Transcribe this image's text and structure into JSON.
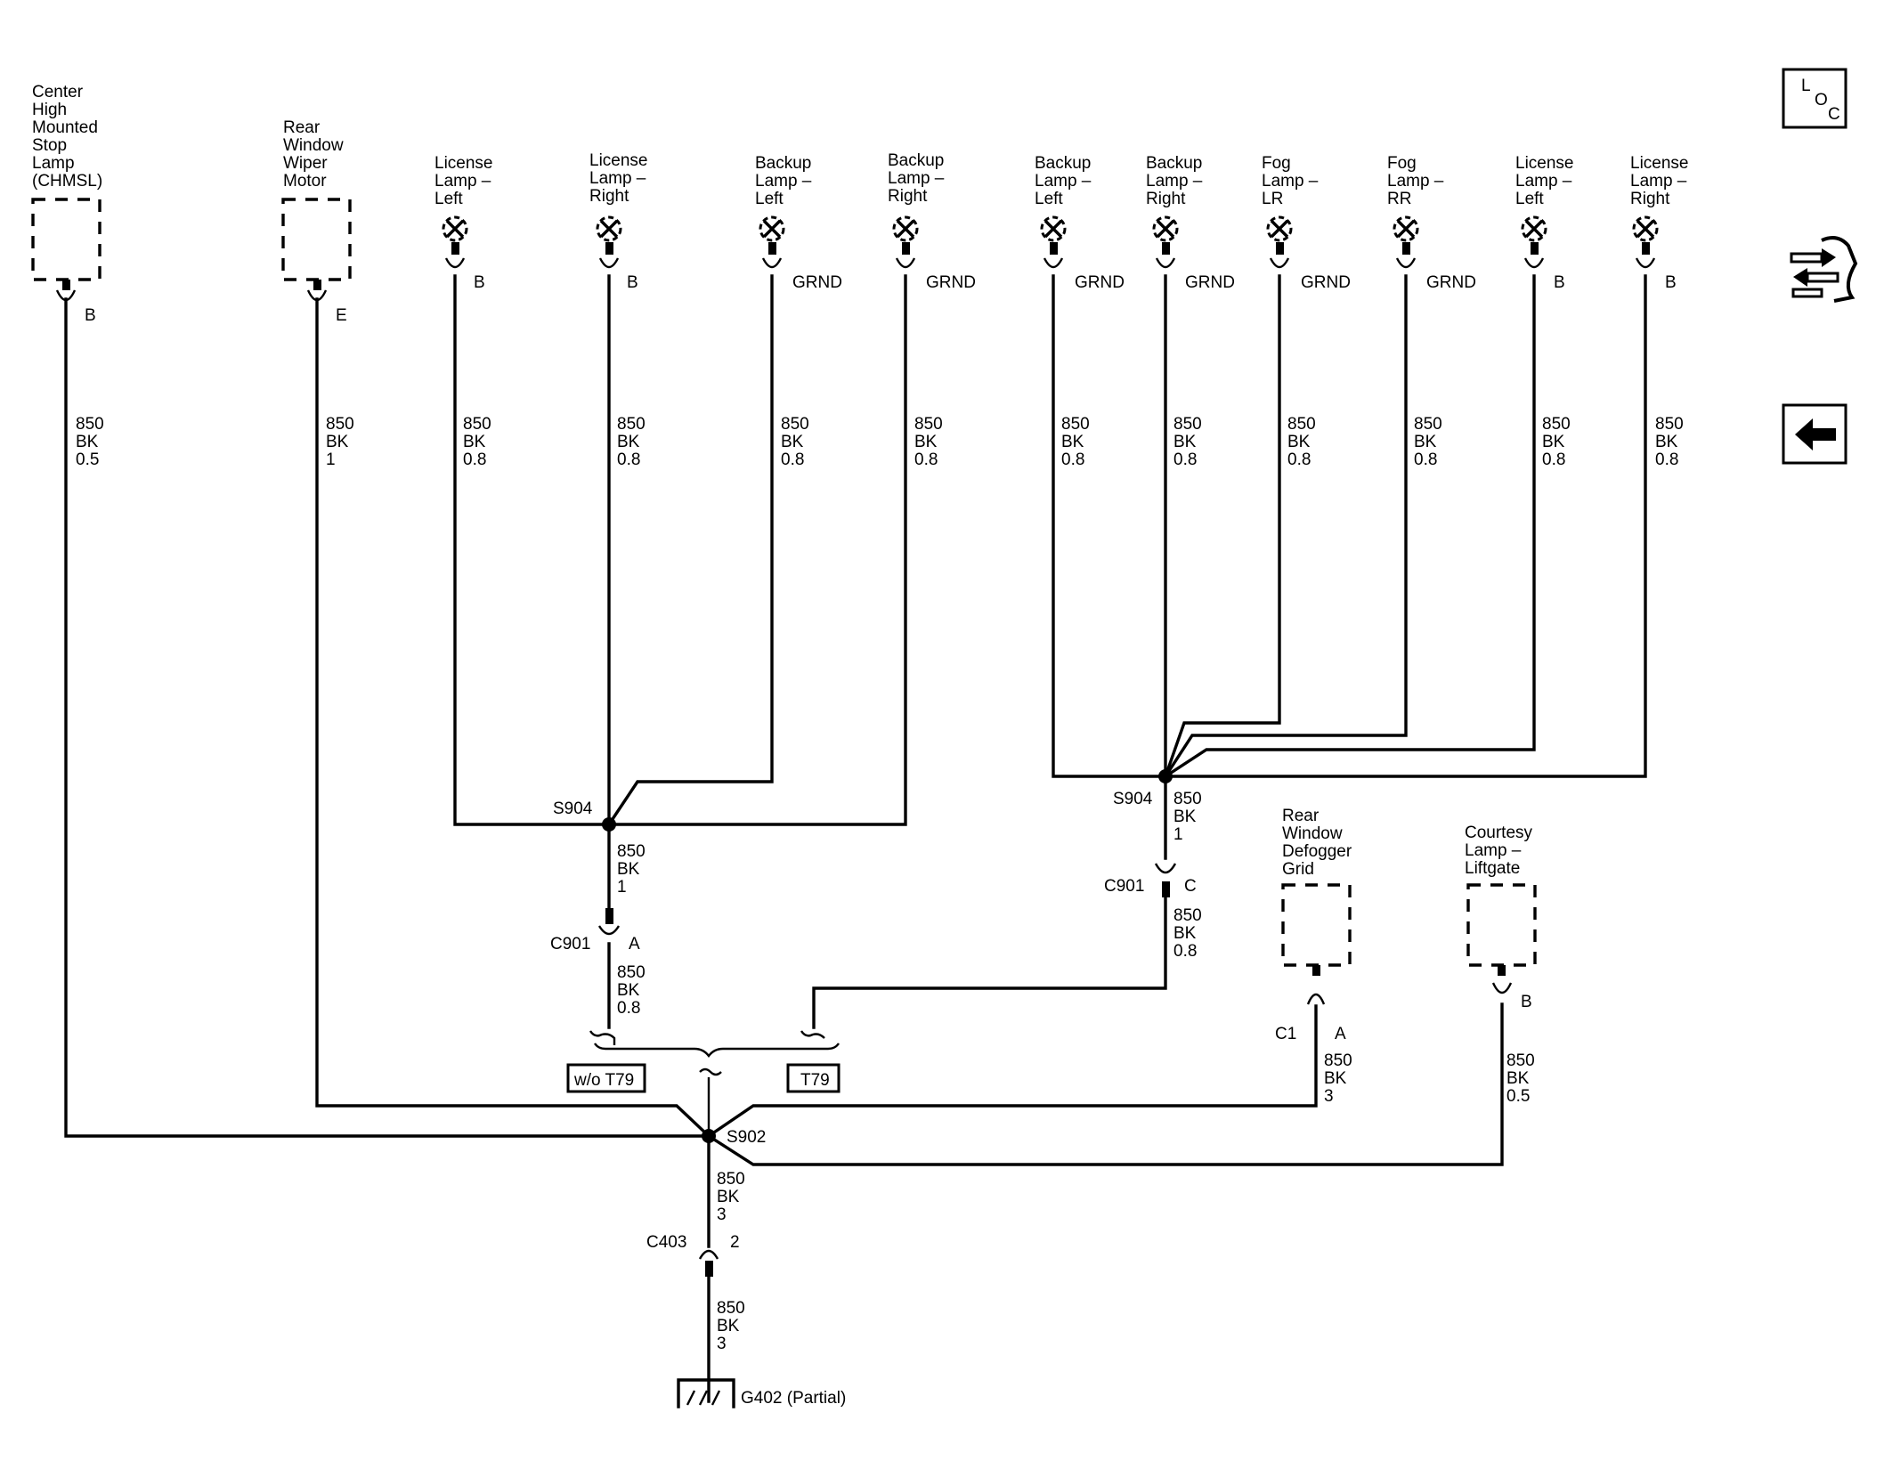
{
  "components": {
    "chmsl": [
      "Center",
      "High",
      "Mounted",
      "Stop",
      "Lamp",
      "(CHMSL)"
    ],
    "rear_wiper": [
      "Rear",
      "Window",
      "Wiper",
      "Motor"
    ],
    "license_left_1": [
      "License",
      "Lamp –",
      "Left"
    ],
    "license_right_1": [
      "License",
      "Lamp –",
      "Right"
    ],
    "backup_left_1": [
      "Backup",
      "Lamp –",
      "Left"
    ],
    "backup_right_1": [
      "Backup",
      "Lamp –",
      "Right"
    ],
    "backup_left_2": [
      "Backup",
      "Lamp –",
      "Left"
    ],
    "backup_right_2": [
      "Backup",
      "Lamp –",
      "Right"
    ],
    "fog_lr": [
      "Fog",
      "Lamp –",
      "LR"
    ],
    "fog_rr": [
      "Fog",
      "Lamp –",
      "RR"
    ],
    "license_left_2": [
      "License",
      "Lamp –",
      "Left"
    ],
    "license_right_2": [
      "License",
      "Lamp –",
      "Right"
    ],
    "defogger": [
      "Rear",
      "Window",
      "Defogger",
      "Grid"
    ],
    "courtesy": [
      "Courtesy",
      "Lamp –",
      "Liftgate"
    ]
  },
  "pins": {
    "chmsl": "B",
    "rear_wiper": "E",
    "license_left_1": "B",
    "license_right_1": "B",
    "backup_left_1": "GRND",
    "backup_right_1": "GRND",
    "backup_left_2": "GRND",
    "backup_right_2": "GRND",
    "fog_lr": "GRND",
    "fog_rr": "GRND",
    "license_left_2": "B",
    "license_right_2": "B",
    "defogger": "A",
    "courtesy": "B",
    "c901_a": "A",
    "c901_c": "C",
    "c403": "2"
  },
  "wires": {
    "chmsl": [
      "850",
      "BK",
      "0.5"
    ],
    "rear_wiper": [
      "850",
      "BK",
      "1"
    ],
    "license_left_1": [
      "850",
      "BK",
      "0.8"
    ],
    "license_right_1": [
      "850",
      "BK",
      "0.8"
    ],
    "backup_left_1": [
      "850",
      "BK",
      "0.8"
    ],
    "backup_right_1": [
      "850",
      "BK",
      "0.8"
    ],
    "backup_left_2": [
      "850",
      "BK",
      "0.8"
    ],
    "backup_right_2": [
      "850",
      "BK",
      "0.8"
    ],
    "fog_lr": [
      "850",
      "BK",
      "0.8"
    ],
    "fog_rr": [
      "850",
      "BK",
      "0.8"
    ],
    "license_left_2": [
      "850",
      "BK",
      "0.8"
    ],
    "license_right_2": [
      "850",
      "BK",
      "0.8"
    ],
    "s904_left_out": [
      "850",
      "BK",
      "1"
    ],
    "c901_a_out": [
      "850",
      "BK",
      "0.8"
    ],
    "s904_right_out": [
      "850",
      "BK",
      "1"
    ],
    "c901_c_out": [
      "850",
      "BK",
      "0.8"
    ],
    "defogger": [
      "850",
      "BK",
      "3"
    ],
    "courtesy": [
      "850",
      "BK",
      "0.5"
    ],
    "s902_out": [
      "850",
      "BK",
      "3"
    ],
    "c403_out": [
      "850",
      "BK",
      "3"
    ]
  },
  "splices": {
    "s904_left": "S904",
    "s904_right": "S904",
    "s902": "S902"
  },
  "connectors": {
    "c901_left": "C901",
    "c901_right": "C901",
    "c1": "C1",
    "c403": "C403"
  },
  "options": {
    "without": "w/o T79",
    "with": "T79"
  },
  "ground": "G402 (Partial)",
  "nav": {
    "loc": [
      "L",
      "O",
      "C"
    ],
    "connector_icon": "connector-icon",
    "back_icon": "back-arrow-icon"
  }
}
